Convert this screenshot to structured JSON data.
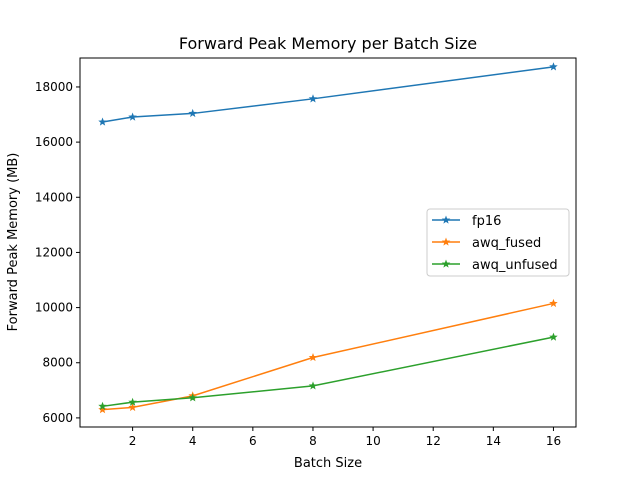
{
  "chart_data": {
    "type": "line",
    "title": "Forward Peak Memory per Batch Size",
    "xlabel": "Batch Size",
    "ylabel": "Forward Peak Memory (MB)",
    "x": [
      1,
      2,
      4,
      8,
      16
    ],
    "xlim": [
      0.25,
      16.75
    ],
    "ylim": [
      5670,
      19050
    ],
    "xticks": [
      2,
      4,
      6,
      8,
      10,
      12,
      14,
      16
    ],
    "yticks": [
      6000,
      8000,
      10000,
      12000,
      14000,
      16000,
      18000
    ],
    "grid": false,
    "legend_position": "center-right",
    "marker": "star",
    "series": [
      {
        "name": "fp16",
        "color": "#1f77b4",
        "values": [
          16730,
          16910,
          17040,
          17570,
          18730
        ]
      },
      {
        "name": "awq_fused",
        "color": "#ff7f0e",
        "values": [
          6300,
          6380,
          6800,
          8190,
          10150
        ]
      },
      {
        "name": "awq_unfused",
        "color": "#2ca02c",
        "values": [
          6420,
          6570,
          6730,
          7160,
          8930
        ]
      }
    ]
  }
}
